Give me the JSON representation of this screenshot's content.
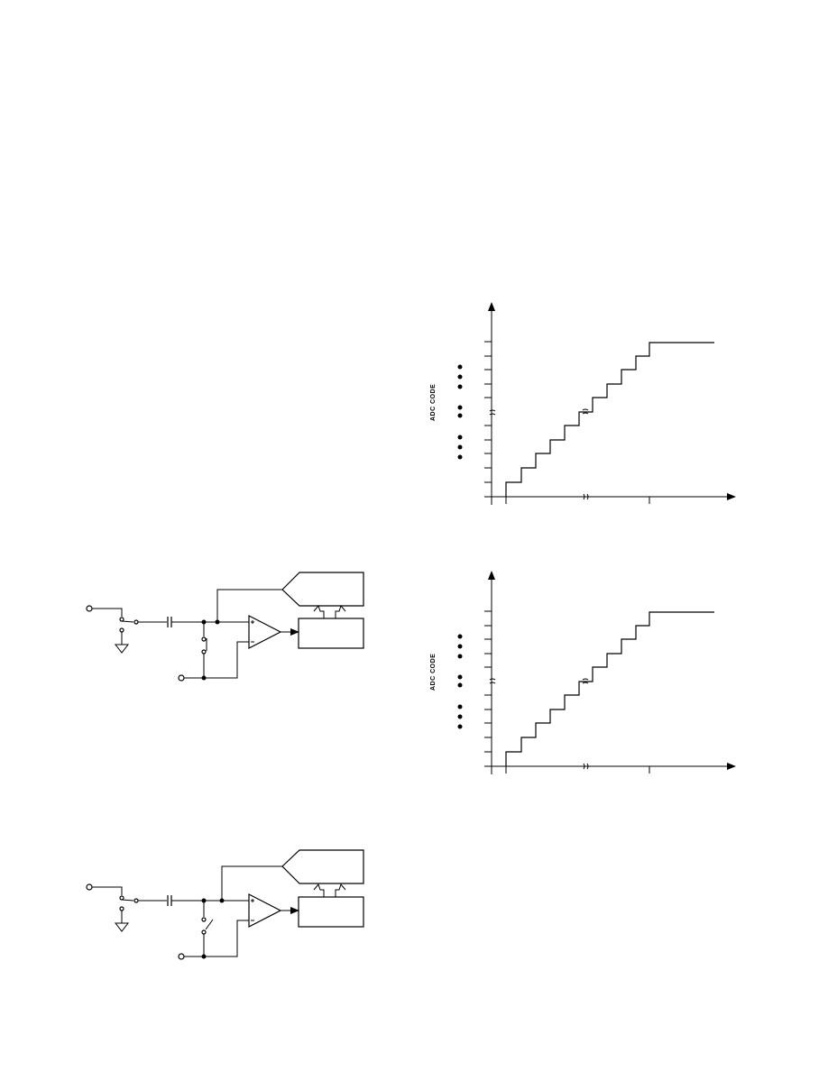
{
  "graphs": [
    {
      "ylabel": "ADC CODE",
      "steps": 10
    },
    {
      "ylabel": "ADC CODE",
      "steps": 10
    }
  ],
  "circuits": [
    {
      "switch_state": "closed"
    },
    {
      "switch_state": "open"
    }
  ]
}
